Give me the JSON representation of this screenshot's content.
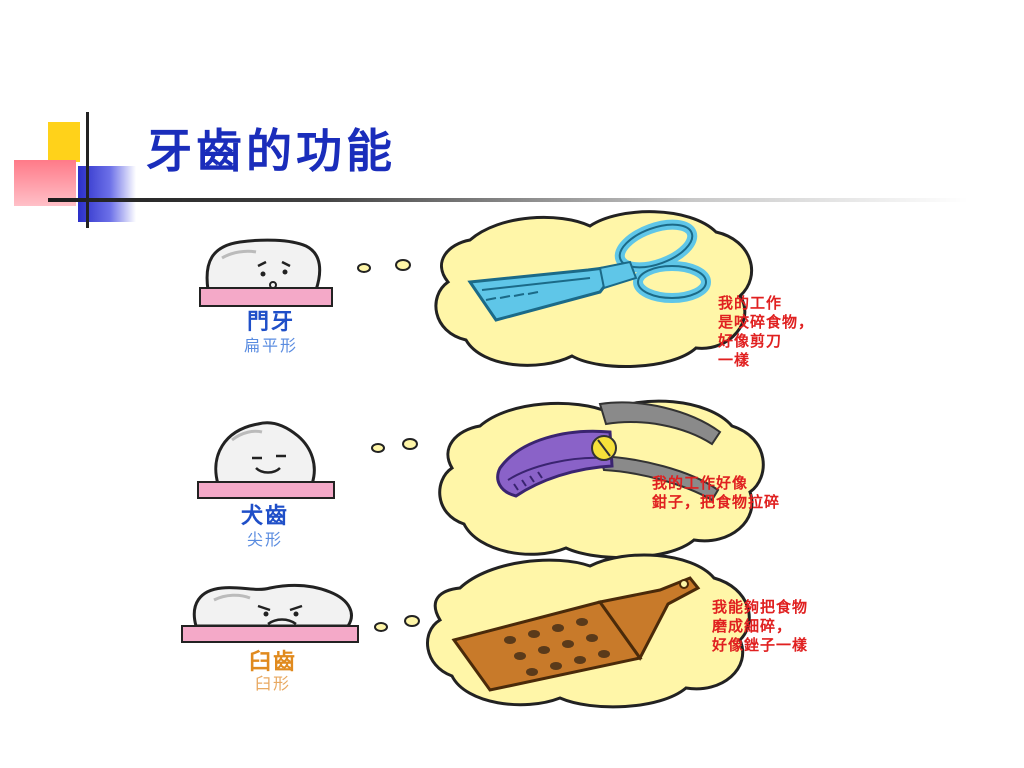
{
  "slide": {
    "title": "牙齒的功能"
  },
  "teeth": [
    {
      "name": "門牙",
      "shape": "扁平形",
      "caption_lines": [
        "我的工作",
        "是咬碎食物，",
        "好像剪刀",
        "一樣"
      ],
      "tool": "scissors-icon"
    },
    {
      "name": "犬齒",
      "shape": "尖形",
      "caption_lines": [
        "我的工作好像",
        "鉗子，把食物拉碎"
      ],
      "tool": "pliers-icon"
    },
    {
      "name": "臼齒",
      "shape": "臼形",
      "caption_lines": [
        "我能夠把食物",
        "磨成細碎，",
        "好像銼子一樣"
      ],
      "tool": "grater-icon"
    }
  ],
  "colors": {
    "title": "#1a2dbb",
    "gum": "#f4a9c8",
    "cloud": "#fff6a8",
    "caption": "#e02020",
    "incisor_label": "#1f4fc8",
    "canine_label": "#1f4fc8",
    "molar_label": "#e08a1e"
  }
}
